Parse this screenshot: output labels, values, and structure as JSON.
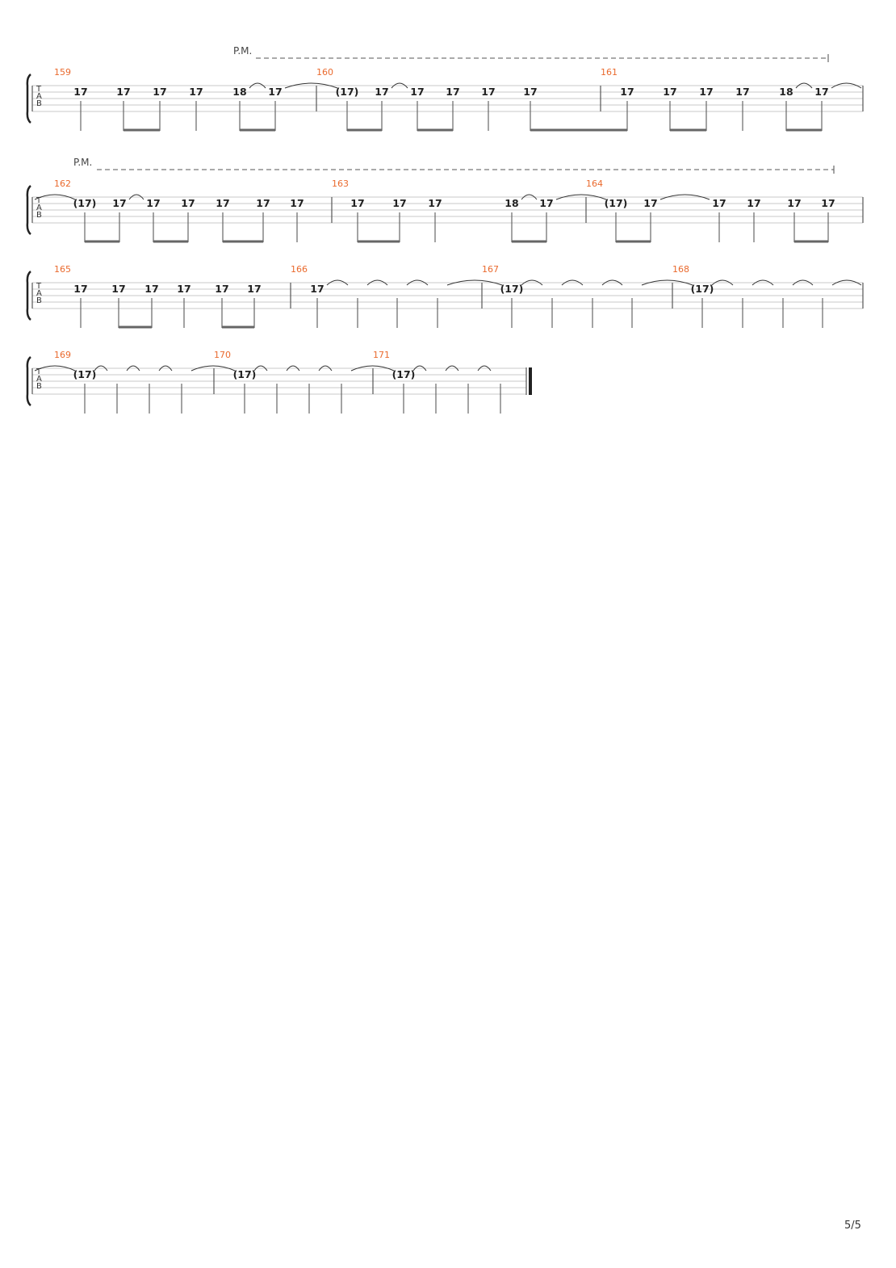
{
  "page": {
    "number": "5/5"
  },
  "labels": {
    "palm_mute": "P.M.",
    "tab_letters": [
      "T",
      "A",
      "B"
    ]
  },
  "systems": [
    {
      "palm_mute": true,
      "notes": [
        {
          "t": "17"
        },
        {
          "t": "17"
        },
        {
          "t": "17"
        },
        {
          "t": "17"
        },
        {
          "t": "18"
        },
        {
          "t": "17"
        },
        {
          "t": "(17)"
        },
        {
          "t": "17"
        },
        {
          "t": "17"
        },
        {
          "t": "17"
        },
        {
          "t": "17"
        },
        {
          "t": "17"
        },
        {
          "t": "17"
        },
        {
          "t": "17"
        },
        {
          "t": "17"
        },
        {
          "t": "17"
        },
        {
          "t": "18"
        },
        {
          "t": "17"
        }
      ],
      "measures": [
        {
          "number": "159"
        },
        {
          "number": "160"
        },
        {
          "number": "161"
        }
      ]
    },
    {
      "palm_mute": true,
      "notes": [
        {
          "t": "(17)"
        },
        {
          "t": "17"
        },
        {
          "t": "17"
        },
        {
          "t": "17"
        },
        {
          "t": "17"
        },
        {
          "t": "17"
        },
        {
          "t": "17"
        },
        {
          "t": "17"
        },
        {
          "t": "17"
        },
        {
          "t": "17"
        },
        {
          "t": "18"
        },
        {
          "t": "17"
        },
        {
          "t": "(17)"
        },
        {
          "t": "17"
        },
        {
          "t": "17"
        },
        {
          "t": "17"
        },
        {
          "t": "17"
        },
        {
          "t": "17"
        }
      ],
      "measures": [
        {
          "number": "162"
        },
        {
          "number": "163"
        },
        {
          "number": "164"
        }
      ]
    },
    {
      "palm_mute": false,
      "notes": [
        {
          "t": "17"
        },
        {
          "t": "17"
        },
        {
          "t": "17"
        },
        {
          "t": "17"
        },
        {
          "t": "17"
        },
        {
          "t": "17"
        },
        {
          "t": "17"
        },
        {
          "t": ""
        },
        {
          "t": ""
        },
        {
          "t": ""
        },
        {
          "t": "(17)"
        },
        {
          "t": ""
        },
        {
          "t": ""
        },
        {
          "t": ""
        },
        {
          "t": "(17)"
        },
        {
          "t": ""
        },
        {
          "t": ""
        },
        {
          "t": ""
        }
      ],
      "measures": [
        {
          "number": "165"
        },
        {
          "number": "166"
        },
        {
          "number": "167"
        },
        {
          "number": "168"
        }
      ]
    },
    {
      "palm_mute": false,
      "notes": [
        {
          "t": "(17)"
        },
        {
          "t": ""
        },
        {
          "t": ""
        },
        {
          "t": ""
        },
        {
          "t": "(17)"
        },
        {
          "t": ""
        },
        {
          "t": ""
        },
        {
          "t": ""
        },
        {
          "t": "(17)"
        },
        {
          "t": ""
        },
        {
          "t": ""
        },
        {
          "t": ""
        }
      ],
      "measures": [
        {
          "number": "169"
        },
        {
          "number": "170"
        },
        {
          "number": "171"
        }
      ]
    }
  ]
}
